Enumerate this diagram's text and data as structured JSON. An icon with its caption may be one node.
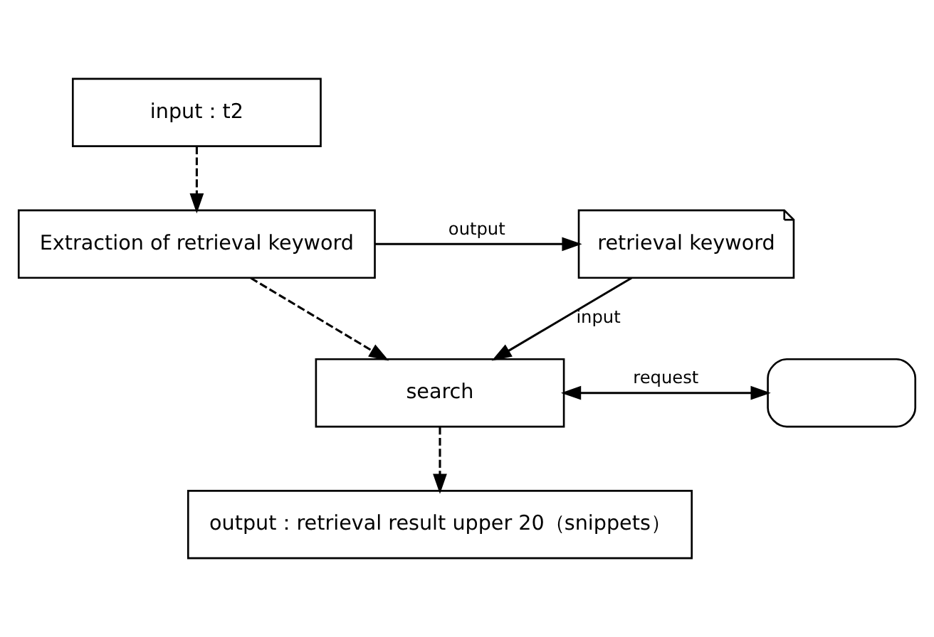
{
  "diagram": {
    "nodes": [
      {
        "text": [
          "input：t2"
        ]
      },
      {
        "text": [
          "Extraction of retrieval keyword"
        ]
      },
      {
        "text": [
          "retrieval keyword"
        ]
      },
      {
        "text": [
          "search"
        ]
      },
      {
        "text": [],
        "shape": "box"
      },
      {
        "text": [
          "output：retrieval result upper 20（snippets）"
        ]
      }
    ],
    "edges": [
      {
        "from": 0,
        "to": 1,
        "arrow": "to",
        "style": "dashed"
      },
      {
        "from": 1,
        "to": 2,
        "arrow": "to",
        "label": "output"
      },
      {
        "from": 2,
        "to": 3,
        "arrow": "to",
        "label": "input"
      },
      {
        "from": 1,
        "to": 3,
        "arrow": "to",
        "style": "dashed"
      },
      {
        "from": 3,
        "to": 4,
        "arrow": "both",
        "label": "request"
      },
      {
        "from": 3,
        "to": 5,
        "arrow": "to",
        "style": "dashed"
      }
    ]
  }
}
